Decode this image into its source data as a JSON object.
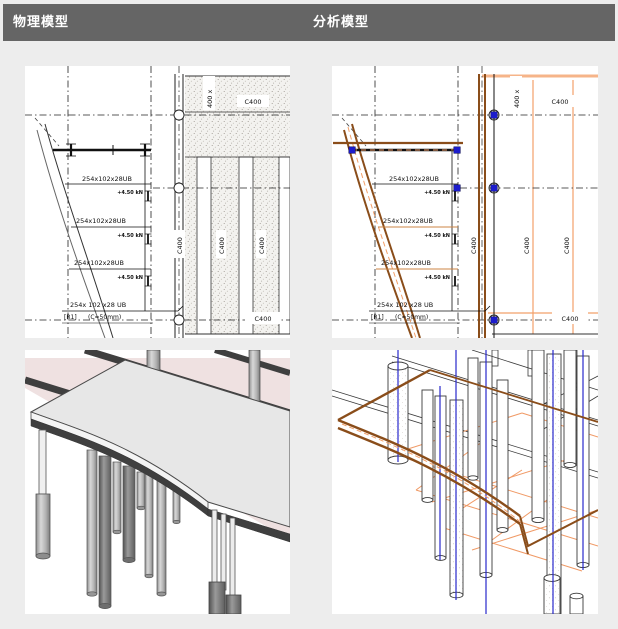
{
  "header": {
    "left_title": "物理模型",
    "right_title": "分析模型"
  },
  "annotations": {
    "beam_label": "254x102x28UB",
    "beam_label_last": "254x 102 x28 UB",
    "load_label": "+4.50 kN",
    "rebar_tag": "[R1]",
    "cover_tag": "(C=50mm)",
    "column_mark": "C400",
    "column_size": "400 x"
  },
  "palette": {
    "header_bg": "#656565",
    "page_bg": "#ededed",
    "panel_bg": "#ffffff",
    "physical_brown": "#8a4d1a",
    "analytical_orange": "#f2a06a",
    "analytical_node_blue": "#1c1ccc",
    "slab_pink": "#efe1e1",
    "drawing_line": "#222222"
  }
}
